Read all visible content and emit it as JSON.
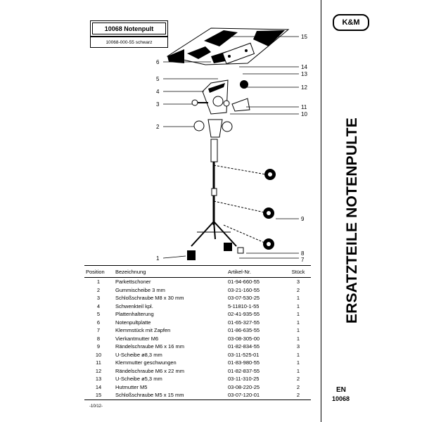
{
  "product": {
    "title": "10068 Notenpult",
    "variant": "10068-000-55 schwarz"
  },
  "brand": {
    "logo": "K&M"
  },
  "side_title": "ERSATZTEILE NOTENPULTE",
  "lang": "EN",
  "doc_number": "10068",
  "footer_code": "-10/12-",
  "callouts": [
    "15",
    "6",
    "14",
    "5",
    "13",
    "12",
    "4",
    "3",
    "11",
    "10",
    "2",
    "9",
    "8",
    "7",
    "1"
  ],
  "table": {
    "headers": {
      "position": "Position",
      "name": "Bezeichnung",
      "article": "Artikel-Nr.",
      "qty": "Stück"
    },
    "rows": [
      {
        "pos": "1",
        "name": "Parkettschoner",
        "article": "01-94-660-55",
        "qty": "3"
      },
      {
        "pos": "2",
        "name": "Gummischeibe 3 mm",
        "article": "03-21-160-55",
        "qty": "2"
      },
      {
        "pos": "3",
        "name": "Schloßschraube M8 x 30 mm",
        "article": "03-07-530-25",
        "qty": "1"
      },
      {
        "pos": "4",
        "name": "Schwenkteil kpl.",
        "article": "5-11810-1-55",
        "qty": "1"
      },
      {
        "pos": "5",
        "name": "Plattenhalterung",
        "article": "02-41-935-55",
        "qty": "1"
      },
      {
        "pos": "6",
        "name": "Notenpultplatte",
        "article": "01-65-327-55",
        "qty": "1"
      },
      {
        "pos": "7",
        "name": "Klemmstück mit Zapfen",
        "article": "01-86-635-55",
        "qty": "1"
      },
      {
        "pos": "8",
        "name": "Vierkantmutter M6",
        "article": "03-08-305-00",
        "qty": "1"
      },
      {
        "pos": "9",
        "name": "Rändelschraube M6 x 16 mm",
        "article": "01-82-834-55",
        "qty": "3"
      },
      {
        "pos": "10",
        "name": "U-Scheibe ø8,3 mm",
        "article": "03-11-525-01",
        "qty": "1"
      },
      {
        "pos": "11",
        "name": "Klemmutter geschwungen",
        "article": "01-83-980-55",
        "qty": "1"
      },
      {
        "pos": "12",
        "name": "Rändelschraube M6 x 22 mm",
        "article": "01-82-837-55",
        "qty": "1"
      },
      {
        "pos": "13",
        "name": "U-Scheibe ø5,3 mm",
        "article": "03-11-310-25",
        "qty": "2"
      },
      {
        "pos": "14",
        "name": "Hutmutter M5",
        "article": "03-08-220-25",
        "qty": "2"
      },
      {
        "pos": "15",
        "name": "Schloßschraube M5 x 15 mm",
        "article": "03-07-120-01",
        "qty": "2"
      }
    ]
  }
}
